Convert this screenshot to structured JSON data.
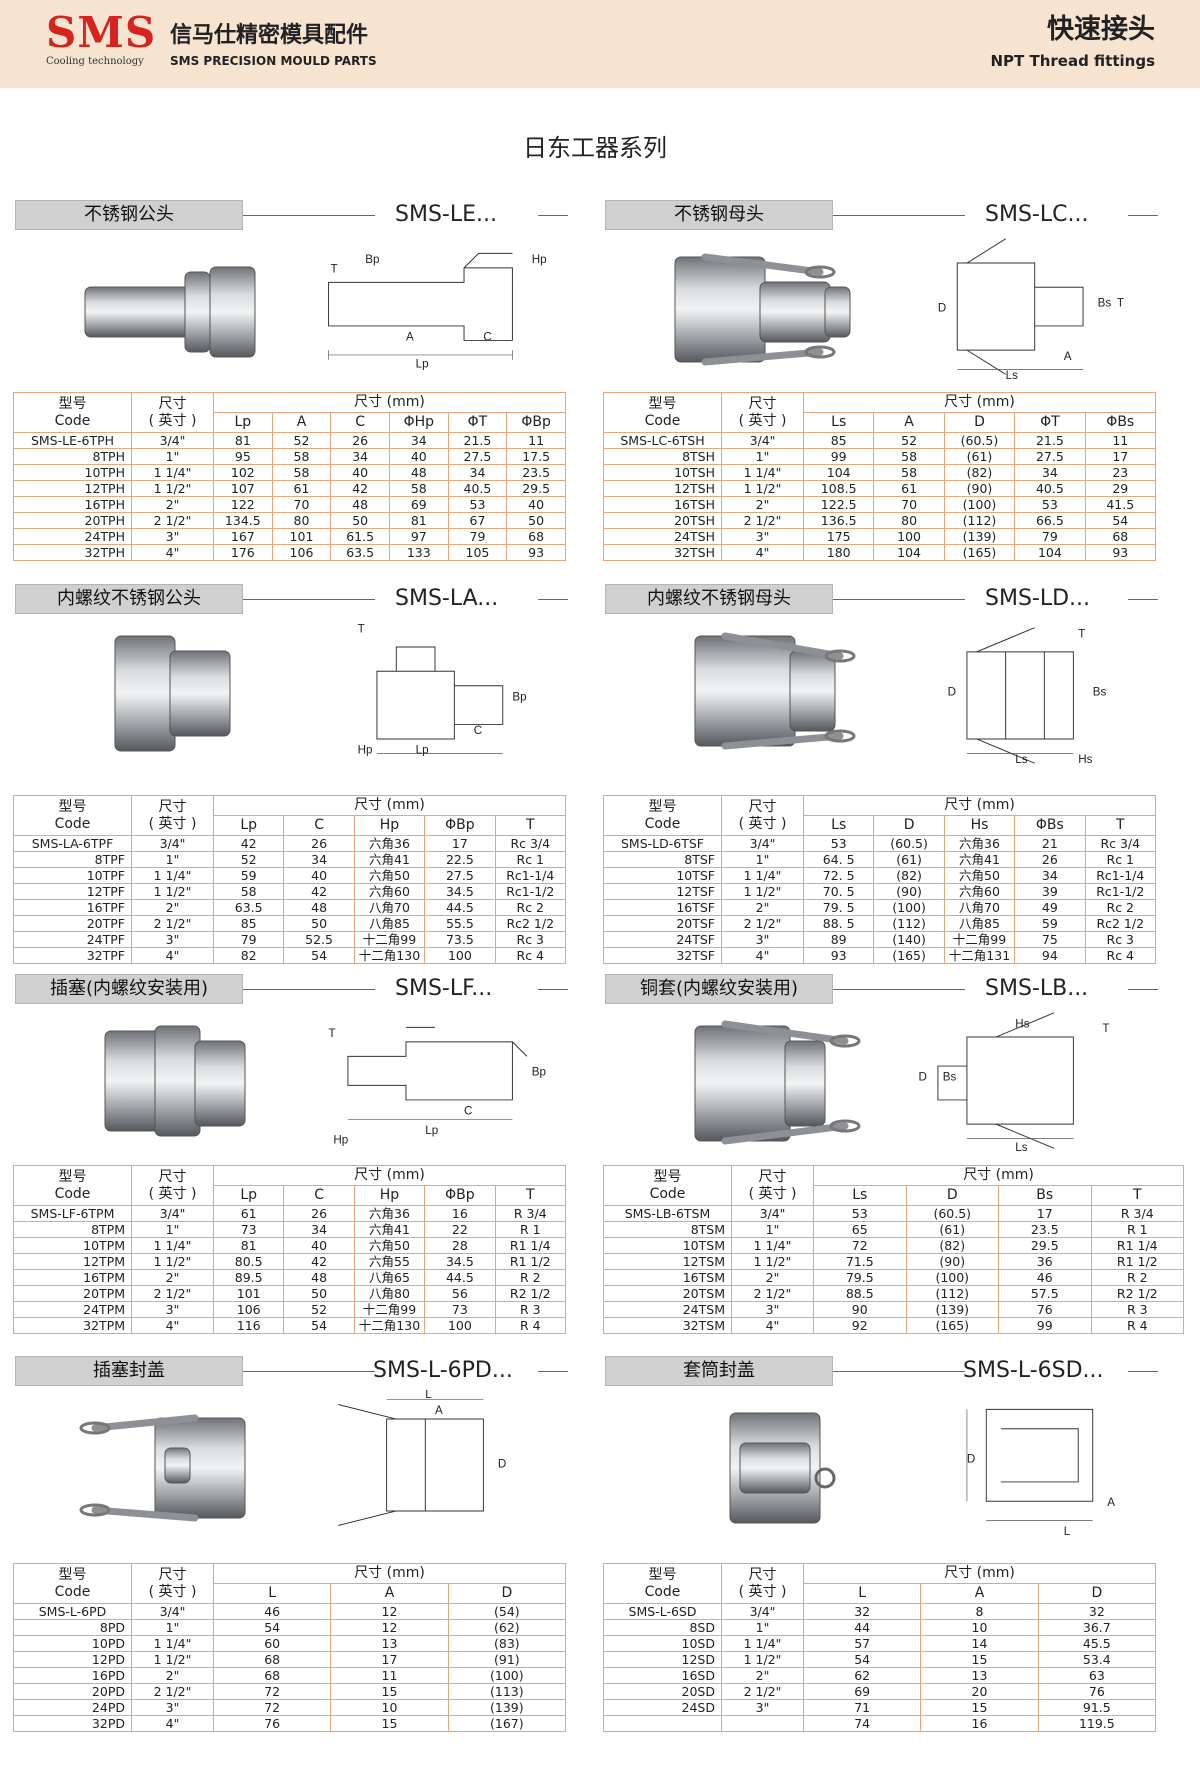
{
  "header": {
    "logo": "SMS",
    "logo_sub": "Cooling technology",
    "company_cn": "信马仕精密模具配件",
    "company_en": "SMS PRECISION MOULD PARTS",
    "catalog_cn": "快速接头",
    "catalog_en": "NPT Thread fittings"
  },
  "series_title": "日东工器系列",
  "table_headings": {
    "model_cn": "型号",
    "model_en": "Code",
    "size_cn": "尺寸",
    "size_en": "( 英寸 )",
    "dims": "尺寸 (mm)"
  },
  "sections": [
    {
      "tab": "不锈钢公头",
      "code": "SMS-LE...",
      "columns": [
        "Lp",
        "A",
        "C",
        "ΦHp",
        "ΦT",
        "ΦBp"
      ],
      "drawing_labels": [
        "T",
        "Bp",
        "Hp",
        "A",
        "C",
        "Lp"
      ],
      "rows": [
        [
          "SMS-LE-6TPH",
          "3/4\"",
          "81",
          "52",
          "26",
          "34",
          "21.5",
          "11"
        ],
        [
          "8TPH",
          "1\"",
          "95",
          "58",
          "34",
          "40",
          "27.5",
          "17.5"
        ],
        [
          "10TPH",
          "1 1/4\"",
          "102",
          "58",
          "40",
          "48",
          "34",
          "23.5"
        ],
        [
          "12TPH",
          "1 1/2\"",
          "107",
          "61",
          "42",
          "58",
          "40.5",
          "29.5"
        ],
        [
          "16TPH",
          "2\"",
          "122",
          "70",
          "48",
          "69",
          "53",
          "40"
        ],
        [
          "20TPH",
          "2 1/2\"",
          "134.5",
          "80",
          "50",
          "81",
          "67",
          "50"
        ],
        [
          "24TPH",
          "3\"",
          "167",
          "101",
          "61.5",
          "97",
          "79",
          "68"
        ],
        [
          "32TPH",
          "4\"",
          "176",
          "106",
          "63.5",
          "133",
          "105",
          "93"
        ]
      ]
    },
    {
      "tab": "不锈钢母头",
      "code": "SMS-LC...",
      "columns": [
        "Ls",
        "A",
        "D",
        "ΦT",
        "ΦBs"
      ],
      "drawing_labels": [
        "D",
        "Bs",
        "T",
        "Ls",
        "A"
      ],
      "rows": [
        [
          "SMS-LC-6TSH",
          "3/4\"",
          "85",
          "52",
          "(60.5)",
          "21.5",
          "11"
        ],
        [
          "8TSH",
          "1\"",
          "99",
          "58",
          "(61)",
          "27.5",
          "17"
        ],
        [
          "10TSH",
          "1 1/4\"",
          "104",
          "58",
          "(82)",
          "34",
          "23"
        ],
        [
          "12TSH",
          "1 1/2\"",
          "108.5",
          "61",
          "(90)",
          "40.5",
          "29"
        ],
        [
          "16TSH",
          "2\"",
          "122.5",
          "70",
          "(100)",
          "53",
          "41.5"
        ],
        [
          "20TSH",
          "2 1/2\"",
          "136.5",
          "80",
          "(112)",
          "66.5",
          "54"
        ],
        [
          "24TSH",
          "3\"",
          "175",
          "100",
          "(139)",
          "79",
          "68"
        ],
        [
          "32TSH",
          "4\"",
          "180",
          "104",
          "(165)",
          "104",
          "93"
        ]
      ]
    },
    {
      "tab": "内螺纹不锈钢公头",
      "code": "SMS-LA...",
      "columns": [
        "Lp",
        "C",
        "Hp",
        "ΦBp",
        "T"
      ],
      "drawing_labels": [
        "T",
        "Bp",
        "C",
        "Hp",
        "Lp"
      ],
      "rows": [
        [
          "SMS-LA-6TPF",
          "3/4\"",
          "42",
          "26",
          "六角36",
          "17",
          "Rc 3/4"
        ],
        [
          "8TPF",
          "1\"",
          "52",
          "34",
          "六角41",
          "22.5",
          "Rc 1"
        ],
        [
          "10TPF",
          "1 1/4\"",
          "59",
          "40",
          "六角50",
          "27.5",
          "Rc1-1/4"
        ],
        [
          "12TPF",
          "1 1/2\"",
          "58",
          "42",
          "六角60",
          "34.5",
          "Rc1-1/2"
        ],
        [
          "16TPF",
          "2\"",
          "63.5",
          "48",
          "八角70",
          "44.5",
          "Rc 2"
        ],
        [
          "20TPF",
          "2 1/2\"",
          "85",
          "50",
          "八角85",
          "55.5",
          "Rc2 1/2"
        ],
        [
          "24TPF",
          "3\"",
          "79",
          "52.5",
          "十二角99",
          "73.5",
          "Rc 3"
        ],
        [
          "32TPF",
          "4\"",
          "82",
          "54",
          "十二角130",
          "100",
          "Rc 4"
        ]
      ]
    },
    {
      "tab": "内螺纹不锈钢母头",
      "code": "SMS-LD...",
      "columns": [
        "Ls",
        "D",
        "Hs",
        "ΦBs",
        "T"
      ],
      "drawing_labels": [
        "T",
        "D",
        "Bs",
        "Ls",
        "Hs"
      ],
      "rows": [
        [
          "SMS-LD-6TSF",
          "3/4\"",
          "53",
          "(60.5)",
          "六角36",
          "21",
          "Rc 3/4"
        ],
        [
          "8TSF",
          "1\"",
          "64. 5",
          "(61)",
          "六角41",
          "26",
          "Rc 1"
        ],
        [
          "10TSF",
          "1 1/4\"",
          "72. 5",
          "(82)",
          "六角50",
          "34",
          "Rc1-1/4"
        ],
        [
          "12TSF",
          "1 1/2\"",
          "70. 5",
          "(90)",
          "六角60",
          "39",
          "Rc1-1/2"
        ],
        [
          "16TSF",
          "2\"",
          "79. 5",
          "(100)",
          "八角70",
          "49",
          "Rc 2"
        ],
        [
          "20TSF",
          "2 1/2\"",
          "88. 5",
          "(112)",
          "八角85",
          "59",
          "Rc2 1/2"
        ],
        [
          "24TSF",
          "3\"",
          "89",
          "(140)",
          "十二角99",
          "75",
          "Rc 3"
        ],
        [
          "32TSF",
          "4\"",
          "93",
          "(165)",
          "十二角131",
          "94",
          "Rc 4"
        ]
      ]
    },
    {
      "tab": "插塞(内螺纹安装用)",
      "code": "SMS-LF...",
      "columns": [
        "Lp",
        "C",
        "Hp",
        "ΦBp",
        "T"
      ],
      "drawing_labels": [
        "T",
        "Bp",
        "C",
        "Lp",
        "Hp"
      ],
      "rows": [
        [
          "SMS-LF-6TPM",
          "3/4\"",
          "61",
          "26",
          "六角36",
          "16",
          "R 3/4"
        ],
        [
          "8TPM",
          "1\"",
          "73",
          "34",
          "六角41",
          "22",
          "R 1"
        ],
        [
          "10TPM",
          "1 1/4\"",
          "81",
          "40",
          "六角50",
          "28",
          "R1 1/4"
        ],
        [
          "12TPM",
          "1 1/2\"",
          "80.5",
          "42",
          "六角55",
          "34.5",
          "R1 1/2"
        ],
        [
          "16TPM",
          "2\"",
          "89.5",
          "48",
          "八角65",
          "44.5",
          "R 2"
        ],
        [
          "20TPM",
          "2 1/2\"",
          "101",
          "50",
          "八角80",
          "56",
          "R2 1/2"
        ],
        [
          "24TPM",
          "3\"",
          "106",
          "52",
          "十二角99",
          "73",
          "R 3"
        ],
        [
          "32TPM",
          "4\"",
          "116",
          "54",
          "十二角130",
          "100",
          "R 4"
        ]
      ]
    },
    {
      "tab": "铜套(内螺纹安装用)",
      "code": "SMS-LB...",
      "columns": [
        "Ls",
        "D",
        "Bs",
        "T"
      ],
      "drawing_labels": [
        "Hs",
        "T",
        "D",
        "Bs",
        "Ls"
      ],
      "rows": [
        [
          "SMS-LB-6TSM",
          "3/4\"",
          "53",
          "(60.5)",
          "17",
          "R 3/4"
        ],
        [
          "8TSM",
          "1\"",
          "65",
          "(61)",
          "23.5",
          "R 1"
        ],
        [
          "10TSM",
          "1 1/4\"",
          "72",
          "(82)",
          "29.5",
          "R1 1/4"
        ],
        [
          "12TSM",
          "1 1/2\"",
          "71.5",
          "(90)",
          "36",
          "R1 1/2"
        ],
        [
          "16TSM",
          "2\"",
          "79.5",
          "(100)",
          "46",
          "R 2"
        ],
        [
          "20TSM",
          "2 1/2\"",
          "88.5",
          "(112)",
          "57.5",
          "R2 1/2"
        ],
        [
          "24TSM",
          "3\"",
          "90",
          "(139)",
          "76",
          "R 3"
        ],
        [
          "32TSM",
          "4\"",
          "92",
          "(165)",
          "99",
          "R 4"
        ]
      ]
    },
    {
      "tab": "插塞封盖",
      "code": "SMS-L-6PD...",
      "columns": [
        "L",
        "A",
        "D"
      ],
      "drawing_labels": [
        "L",
        "A",
        "D"
      ],
      "rows": [
        [
          "SMS-L-6PD",
          "3/4\"",
          "46",
          "12",
          "(54)"
        ],
        [
          "8PD",
          "1\"",
          "54",
          "12",
          "(62)"
        ],
        [
          "10PD",
          "1 1/4\"",
          "60",
          "13",
          "(83)"
        ],
        [
          "12PD",
          "1 1/2\"",
          "68",
          "17",
          "(91)"
        ],
        [
          "16PD",
          "2\"",
          "68",
          "11",
          "(100)"
        ],
        [
          "20PD",
          "2 1/2\"",
          "72",
          "15",
          "(113)"
        ],
        [
          "24PD",
          "3\"",
          "72",
          "10",
          "(139)"
        ],
        [
          "32PD",
          "4\"",
          "76",
          "15",
          "(167)"
        ]
      ]
    },
    {
      "tab": "套筒封盖",
      "code": "SMS-L-6SD...",
      "columns": [
        "L",
        "A",
        "D"
      ],
      "drawing_labels": [
        "D",
        "A",
        "L"
      ],
      "rows": [
        [
          "SMS-L-6SD",
          "3/4\"",
          "32",
          "8",
          "32"
        ],
        [
          "8SD",
          "1\"",
          "44",
          "10",
          "36.7"
        ],
        [
          "10SD",
          "1 1/4\"",
          "57",
          "14",
          "45.5"
        ],
        [
          "12SD",
          "1 1/2\"",
          "54",
          "15",
          "53.4"
        ],
        [
          "16SD",
          "2\"",
          "62",
          "13",
          "63"
        ],
        [
          "20SD",
          "2 1/2\"",
          "69",
          "20",
          "76"
        ],
        [
          "24SD",
          "3\"",
          "71",
          "15",
          "91.5"
        ],
        [
          "",
          "",
          "74",
          "16",
          "119.5"
        ]
      ]
    }
  ]
}
